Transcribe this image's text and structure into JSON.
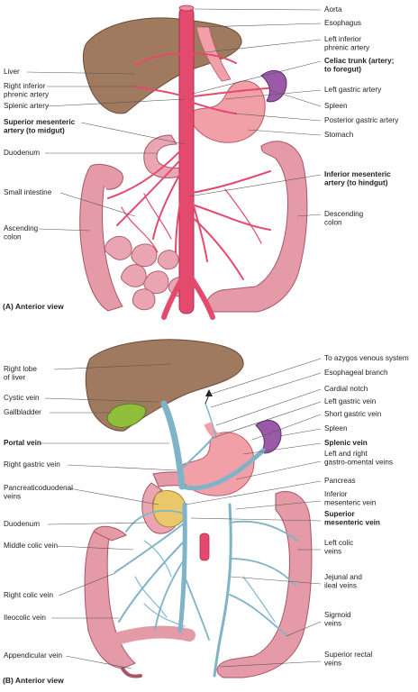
{
  "colors": {
    "artery": "#e44a6e",
    "vein": "#7fb3c7",
    "liver": "#a07a5e",
    "stomach": "#f2a0a8",
    "spleen": "#9a5aa8",
    "intestine": "#e59aa7",
    "gallbladder": "#8fbf3a",
    "pancreas": "#e8c86a"
  },
  "panel_a": {
    "view_label": "(A) Anterior view",
    "left_labels": [
      {
        "lines": [
          "Liver"
        ],
        "bold": false
      },
      {
        "lines": [
          "Right inferior",
          "phrenic artery"
        ],
        "bold": false
      },
      {
        "lines": [
          "Splenic artery"
        ],
        "bold": false
      },
      {
        "lines": [
          "Superior mesenteric",
          "artery (to midgut)"
        ],
        "bold": true
      },
      {
        "lines": [
          "Duodenum"
        ],
        "bold": false
      },
      {
        "lines": [
          "Small intestine"
        ],
        "bold": false
      },
      {
        "lines": [
          "Ascending",
          "colon"
        ],
        "bold": false
      }
    ],
    "right_labels": [
      {
        "lines": [
          "Aorta"
        ],
        "bold": false
      },
      {
        "lines": [
          "Esophagus"
        ],
        "bold": false
      },
      {
        "lines": [
          "Left inferior",
          "phrenic artery"
        ],
        "bold": false
      },
      {
        "lines": [
          "Celiac trunk (artery;",
          "to foregut)"
        ],
        "bold": true
      },
      {
        "lines": [
          "Left gastric artery"
        ],
        "bold": false
      },
      {
        "lines": [
          "Spleen"
        ],
        "bold": false
      },
      {
        "lines": [
          "Posterior gastric artery"
        ],
        "bold": false
      },
      {
        "lines": [
          "Stomach"
        ],
        "bold": false
      },
      {
        "lines": [
          "Inferior mesenteric",
          "artery (to hindgut)"
        ],
        "bold": true
      },
      {
        "lines": [
          "Descending",
          "colon"
        ],
        "bold": false
      }
    ]
  },
  "panel_b": {
    "view_label": "(B) Anterior view",
    "left_labels": [
      {
        "lines": [
          "Right lobe",
          "of liver"
        ],
        "bold": false
      },
      {
        "lines": [
          "Cystic vein"
        ],
        "bold": false
      },
      {
        "lines": [
          "Gallbladder"
        ],
        "bold": false
      },
      {
        "lines": [
          "Portal vein"
        ],
        "bold": true
      },
      {
        "lines": [
          "Right gastric vein"
        ],
        "bold": false
      },
      {
        "lines": [
          "Pancreaticoduodenal",
          "veins"
        ],
        "bold": false
      },
      {
        "lines": [
          "Duodenum"
        ],
        "bold": false
      },
      {
        "lines": [
          "Middle colic vein"
        ],
        "bold": false
      },
      {
        "lines": [
          "Right colic vein"
        ],
        "bold": false
      },
      {
        "lines": [
          "Ileocolic vein"
        ],
        "bold": false
      },
      {
        "lines": [
          "Appendicular vein"
        ],
        "bold": false
      }
    ],
    "right_labels": [
      {
        "lines": [
          "To azygos venous system"
        ],
        "bold": false
      },
      {
        "lines": [
          "Esophageal branch"
        ],
        "bold": false
      },
      {
        "lines": [
          "Cardial notch"
        ],
        "bold": false
      },
      {
        "lines": [
          "Left gastric vein"
        ],
        "bold": false
      },
      {
        "lines": [
          "Short gastric vein"
        ],
        "bold": false
      },
      {
        "lines": [
          "Spleen"
        ],
        "bold": false
      },
      {
        "lines": [
          "Splenic vein"
        ],
        "bold": true
      },
      {
        "lines": [
          "Left and right",
          "gastro-omental veins"
        ],
        "bold": false
      },
      {
        "lines": [
          "Pancreas"
        ],
        "bold": false
      },
      {
        "lines": [
          "Inferior",
          "mesenteric vein"
        ],
        "bold": false
      },
      {
        "lines": [
          "Superior",
          "mesenteric vein"
        ],
        "bold": true
      },
      {
        "lines": [
          "Left colic",
          "veins"
        ],
        "bold": false
      },
      {
        "lines": [
          "Jejunal and",
          "ileal veins"
        ],
        "bold": false
      },
      {
        "lines": [
          "Sigmoid",
          "veins"
        ],
        "bold": false
      },
      {
        "lines": [
          "Superior rectal",
          "veins"
        ],
        "bold": false
      }
    ]
  }
}
